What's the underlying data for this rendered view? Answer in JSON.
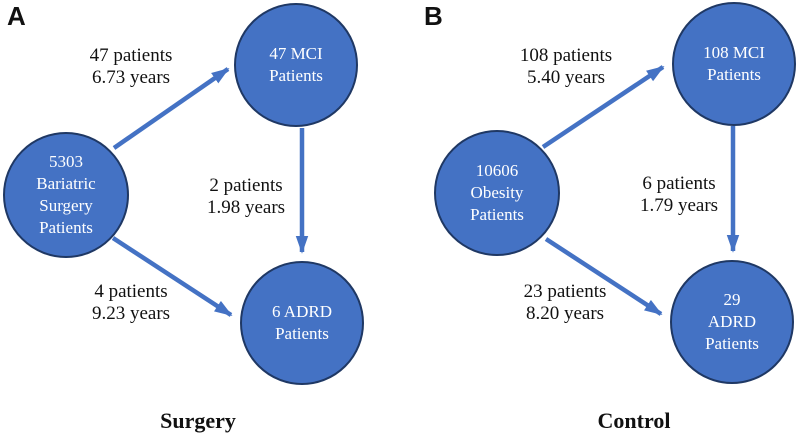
{
  "colors": {
    "circle_fill": "#4472C4",
    "circle_border": "#1F3864",
    "arrow": "#4472C4",
    "circle_text": "#FFFFFF",
    "label_text": "#111111"
  },
  "panels": [
    {
      "letter": "A",
      "caption": "Surgery",
      "nodes": {
        "source": "5303\nBariatric\nSurgery\nPatients",
        "mci": "47 MCI\nPatients",
        "adrd": "6 ADRD\nPatients"
      },
      "edges": {
        "source_to_mci": "47 patients\n6.73 years",
        "mci_to_adrd": "2 patients\n1.98 years",
        "source_to_adrd": "4 patients\n9.23 years"
      }
    },
    {
      "letter": "B",
      "caption": "Control",
      "nodes": {
        "source": "10606\nObesity\nPatients",
        "mci": "108 MCI\nPatients",
        "adrd": "29\nADRD\nPatients"
      },
      "edges": {
        "source_to_mci": "108 patients\n5.40 years",
        "mci_to_adrd": "6 patients\n1.79 years",
        "source_to_adrd": "23 patients\n8.20 years"
      }
    }
  ]
}
